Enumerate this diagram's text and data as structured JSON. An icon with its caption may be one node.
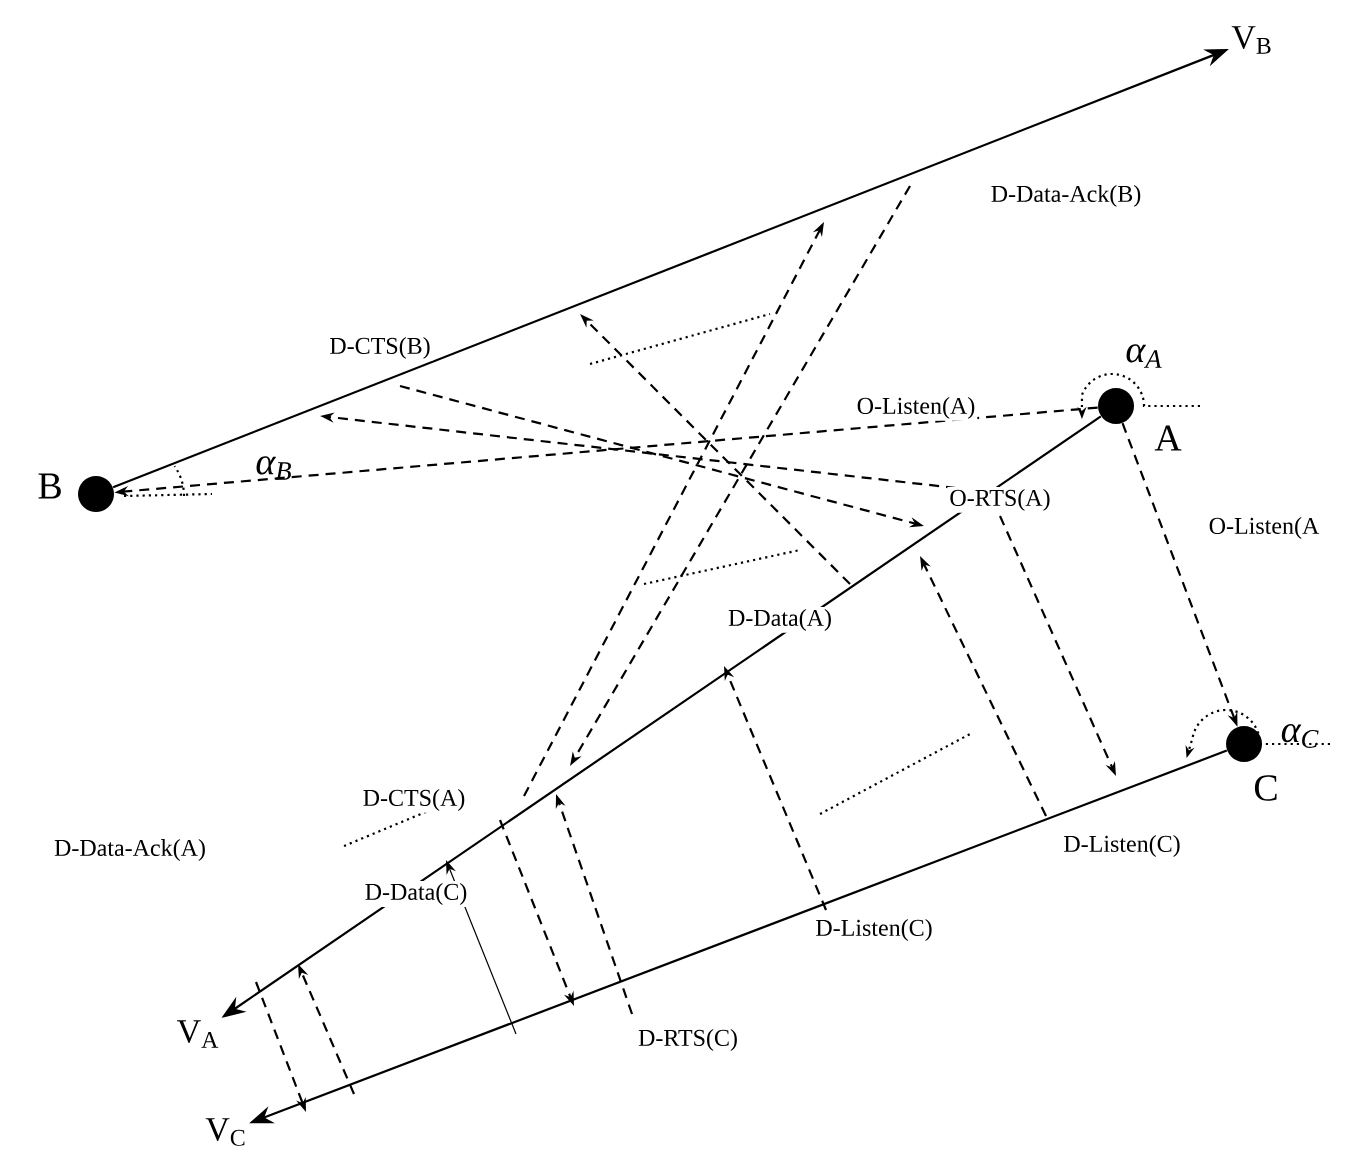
{
  "diagram": {
    "nodes": [
      {
        "text": [
          "B"
        ]
      },
      {
        "text": [
          "A"
        ]
      },
      {
        "text": [
          "C"
        ]
      },
      {
        "text": [
          "V$_{B}$"
        ]
      },
      {
        "text": [
          "V$_{A}$"
        ]
      },
      {
        "text": [
          "V$_{C}$"
        ]
      }
    ],
    "edges": [
      {
        "from": 0,
        "to": 3,
        "arrow": "to"
      },
      {
        "from": 1,
        "to": 4,
        "arrow": "to"
      },
      {
        "from": 2,
        "to": 5,
        "arrow": "to"
      },
      {
        "from": 1,
        "to": 0,
        "arrow": "to",
        "style": "dashed",
        "label": "O-Listen(A)"
      },
      {
        "from": 1,
        "to": 2,
        "arrow": "to",
        "style": "dashed",
        "label": "O-Listen(A"
      }
    ],
    "labels": [
      "D-Data-Ack(B)",
      "α$_{A}$",
      "D-CTS(B)",
      "α$_{B}$",
      "O-RTS(A)",
      "D-Data(A)",
      "α$_{C}$",
      "D-CTS(A)",
      "D-Listen(C)",
      "D-Data-Ack(A)",
      "D-Data(C)",
      "D-Listen(C)",
      "D-RTS(C)"
    ]
  }
}
